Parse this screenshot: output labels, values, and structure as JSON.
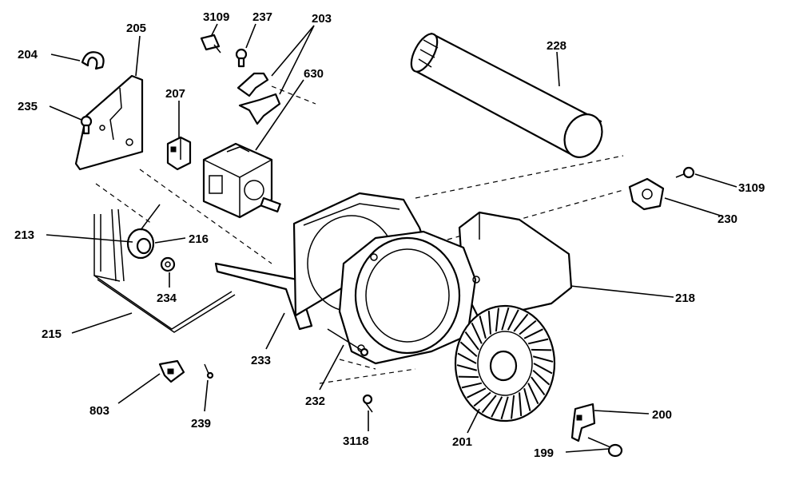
{
  "callouts": [
    {
      "id": "c204",
      "text": "204"
    },
    {
      "id": "c205",
      "text": "205"
    },
    {
      "id": "c3109a",
      "text": "3109"
    },
    {
      "id": "c237",
      "text": "237"
    },
    {
      "id": "c203",
      "text": "203"
    },
    {
      "id": "c630",
      "text": "630"
    },
    {
      "id": "c207",
      "text": "207"
    },
    {
      "id": "c235",
      "text": "235"
    },
    {
      "id": "c228",
      "text": "228"
    },
    {
      "id": "c3109b",
      "text": "3109"
    },
    {
      "id": "c230",
      "text": "230"
    },
    {
      "id": "c213",
      "text": "213"
    },
    {
      "id": "c216",
      "text": "216"
    },
    {
      "id": "c234",
      "text": "234"
    },
    {
      "id": "c218",
      "text": "218"
    },
    {
      "id": "c215",
      "text": "215"
    },
    {
      "id": "c233",
      "text": "233"
    },
    {
      "id": "c232",
      "text": "232"
    },
    {
      "id": "c803",
      "text": "803"
    },
    {
      "id": "c239",
      "text": "239"
    },
    {
      "id": "c3118",
      "text": "3118"
    },
    {
      "id": "c201",
      "text": "201"
    },
    {
      "id": "c200",
      "text": "200"
    },
    {
      "id": "c199",
      "text": "199"
    }
  ]
}
